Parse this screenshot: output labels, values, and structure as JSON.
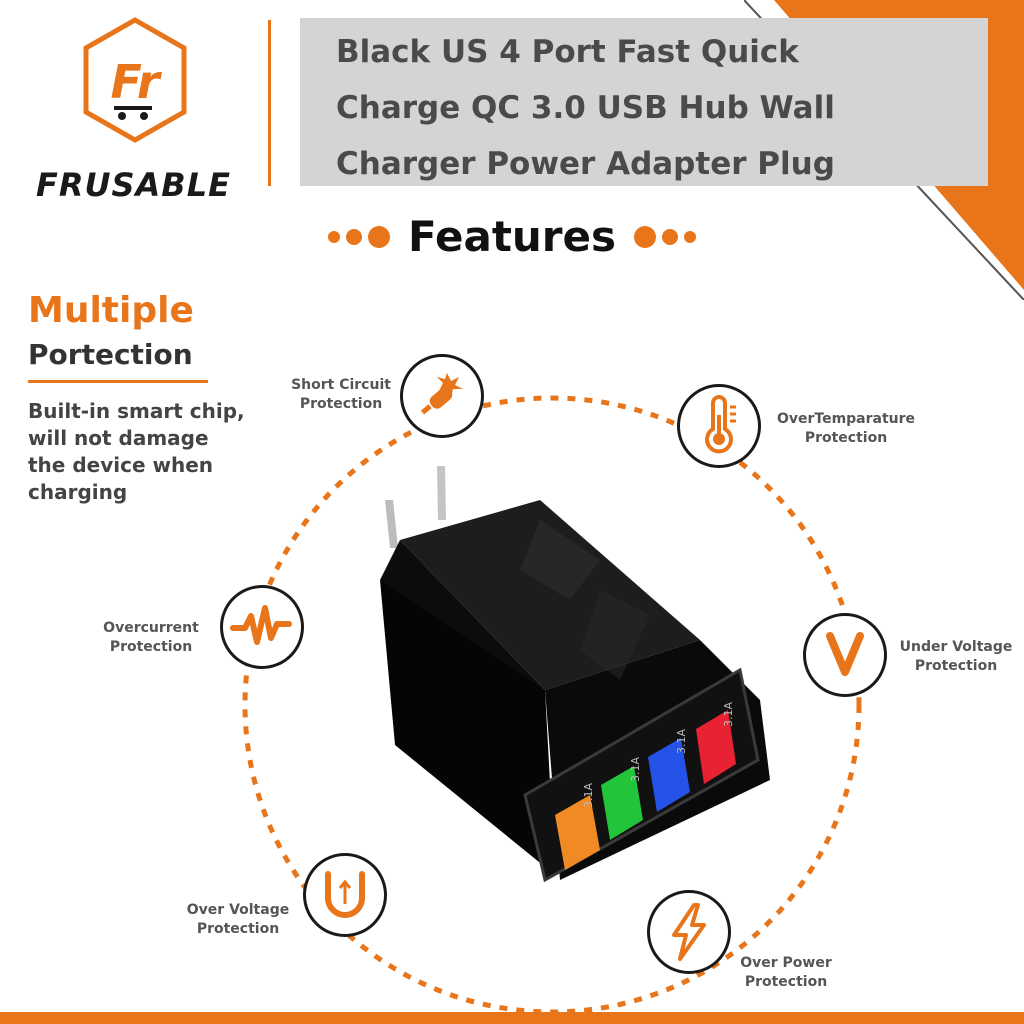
{
  "brand": {
    "name": "FRUSABLE",
    "logo_letters": "Fr"
  },
  "product_title": {
    "lines": [
      "Black US 4 Port Fast Quick",
      "Charge QC 3.0 USB Hub Wall",
      "Charger Power Adapter Plug"
    ]
  },
  "section_heading": "Features",
  "intro": {
    "heading_line1": "Multiple",
    "heading_line2": "Portection",
    "description_lines": [
      "Built-in smart chip,",
      "will not damage",
      "the device when",
      "charging"
    ]
  },
  "features": [
    {
      "icon": "short-circuit-icon",
      "line1": "Short Circuit",
      "line2": "Protection"
    },
    {
      "icon": "thermometer-icon",
      "line1": "OverTemparature",
      "line2": "Protection"
    },
    {
      "icon": "pulse-icon",
      "line1": "Overcurrent",
      "line2": "Protection"
    },
    {
      "icon": "voltage-v-icon",
      "line1": "Under Voltage",
      "line2": "Protection"
    },
    {
      "icon": "magnet-icon",
      "line1": "Over Voltage",
      "line2": "Protection"
    },
    {
      "icon": "lightning-bolt-icon",
      "line1": "Over Power",
      "line2": "Protection"
    }
  ],
  "port_labels": [
    "3.1A",
    "3.1A",
    "3.1A",
    "3.1A"
  ],
  "colors": {
    "accent": "#e8751a",
    "dark": "#1a1a1a",
    "title_box": "#d4d4d4",
    "port_orange": "#f08a24",
    "port_green": "#22c43a",
    "port_blue": "#2553e8",
    "port_red": "#e82233"
  }
}
